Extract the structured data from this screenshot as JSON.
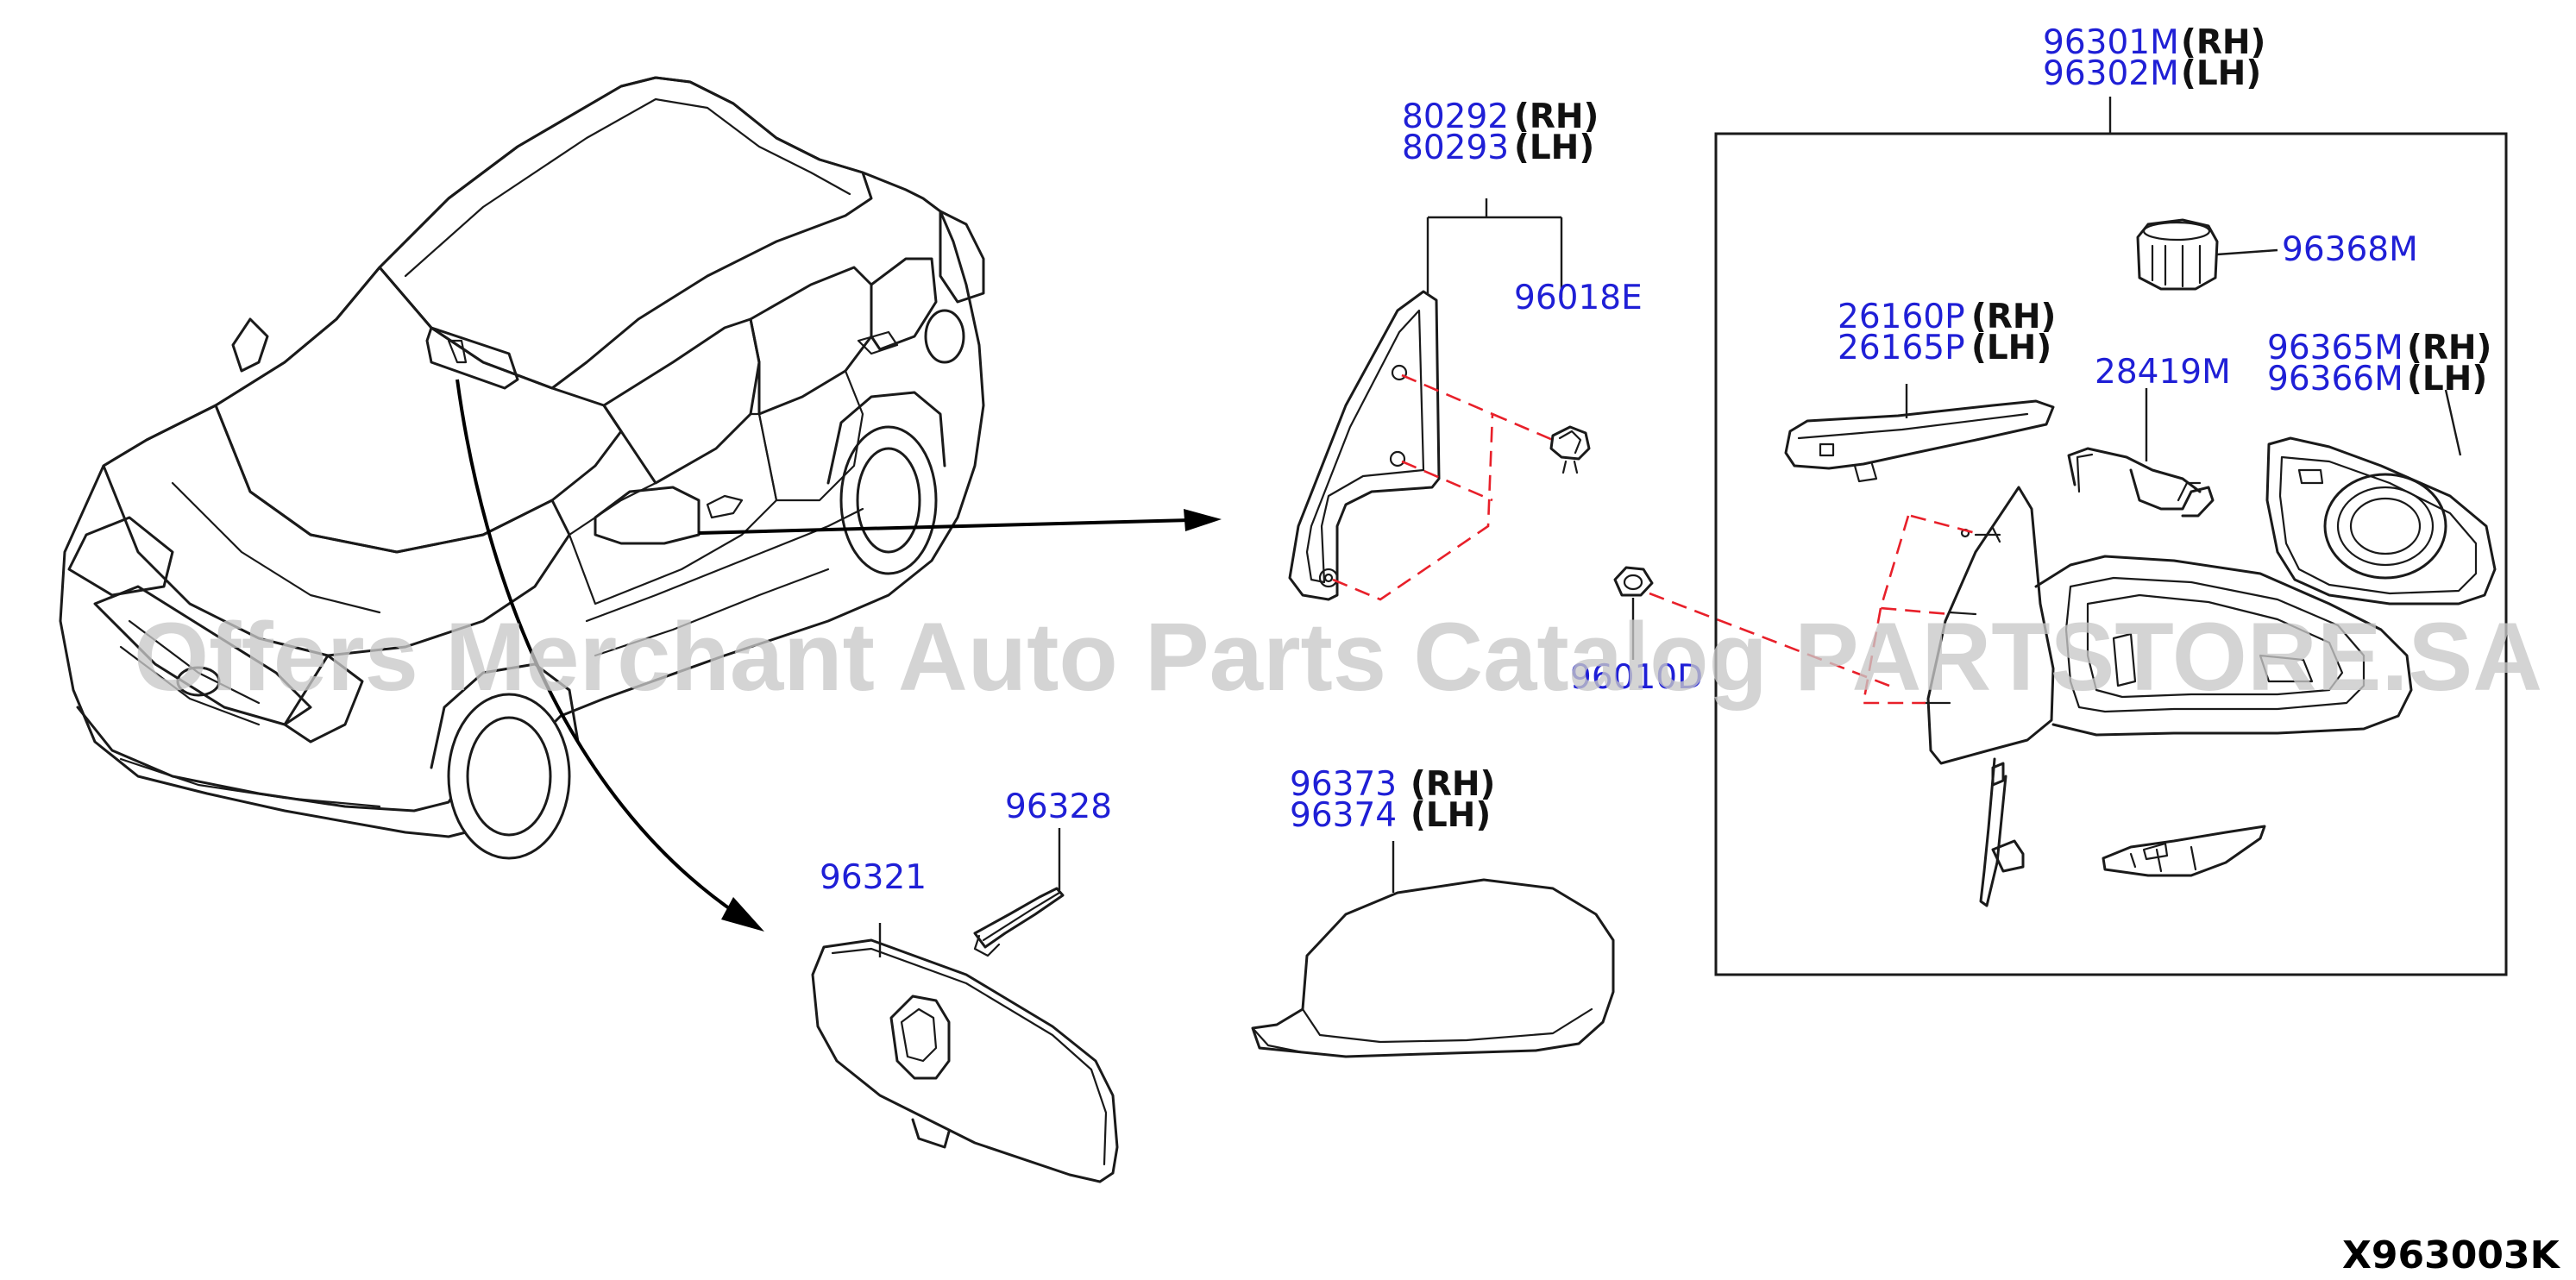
{
  "callouts": {
    "c_96301M": "96301M",
    "c_96302M": "96302M",
    "c_80292": "80292",
    "c_80293": "80293",
    "c_96018E": "96018E",
    "c_96368M": "96368M",
    "c_26160P": "26160P",
    "c_26165P": "26165P",
    "c_28419M": "28419M",
    "c_96365M": "96365M",
    "c_96366M": "96366M",
    "c_96010D": "96010D",
    "c_96328": "96328",
    "c_96321": "96321",
    "c_96373": "96373",
    "c_96374": "96374"
  },
  "sides": {
    "rh": "(RH)",
    "lh": "(LH)"
  },
  "diagram_code": "X963003K",
  "watermark": "Offers Merchant Auto Parts Catalog PARTSTORE.SA",
  "colors": {
    "part_number": "#1f1fd6",
    "dashed_link": "#e8202a",
    "line_art": "#1a1a1a",
    "watermark": "#c8c8c8"
  }
}
